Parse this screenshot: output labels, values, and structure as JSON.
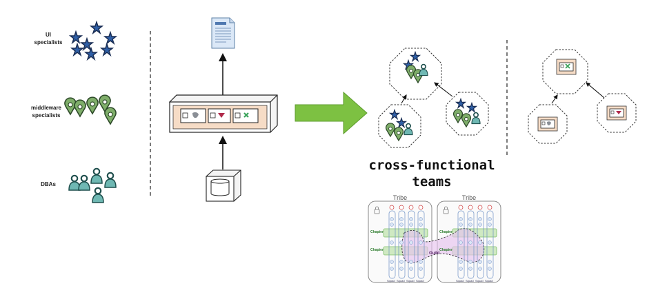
{
  "roles": {
    "ui": "UI\nspecialists",
    "middleware": "middleware\nspecialists",
    "dba": "DBAs"
  },
  "caption": "cross-functional\nteams",
  "spotify": {
    "tribe_left": "Tribe",
    "tribe_right": "Tribe",
    "chapter": "Chapter",
    "guild": "Guild",
    "squad": "Squad"
  },
  "colors": {
    "blue_person": "#2f5fa6",
    "green_person": "#7fae6a",
    "teal_person": "#6fb8b3",
    "arrow_green": "#7dc142",
    "component_fill": "#f6dcc6"
  }
}
